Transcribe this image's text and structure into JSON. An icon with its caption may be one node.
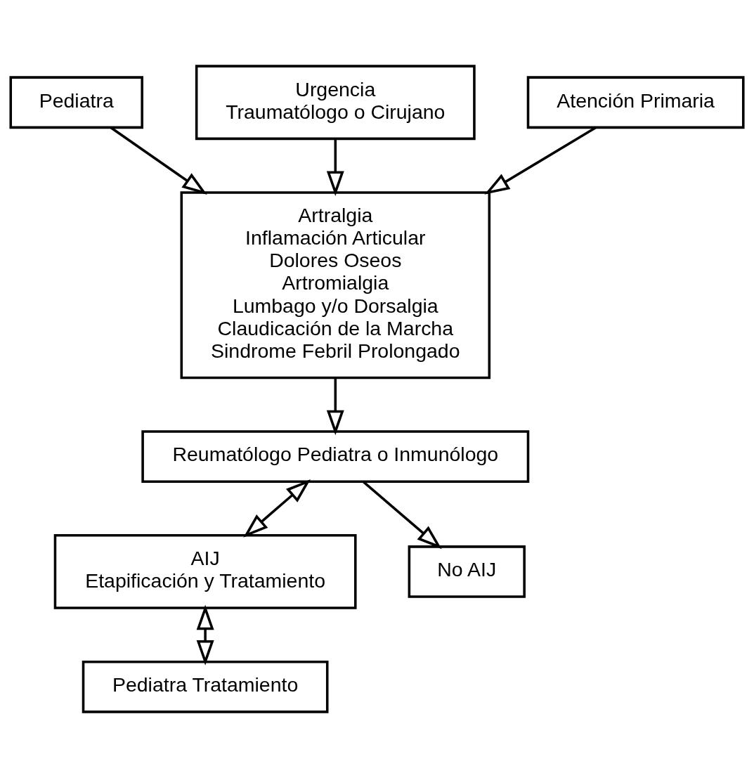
{
  "diagram": {
    "nodes": [
      {
        "text": [
          "Urgencia",
          "Traumatólogo o Cirujano"
        ]
      },
      {
        "text": [
          "Pediatra"
        ]
      },
      {
        "text": [
          "Atención Primaria"
        ]
      },
      {
        "text": [
          "Artralgia",
          "Inflamación Articular",
          "Dolores Oseos",
          "Artromialgia",
          "Lumbago y/o Dorsalgia",
          "Claudicación de la Marcha",
          "Sindrome Febril Prolongado"
        ]
      },
      {
        "text": [
          "Reumatólogo Pediatra o Inmunólogo"
        ]
      },
      {
        "text": [
          "AIJ",
          "Etapificación y Tratamiento"
        ]
      },
      {
        "text": [
          "No AIJ"
        ]
      },
      {
        "text": [
          "Pediatra Tratamiento"
        ]
      }
    ],
    "edges": [
      {
        "from": 0,
        "to": 3,
        "arrow": "to"
      },
      {
        "from": 1,
        "to": 3,
        "arrow": "to"
      },
      {
        "from": 2,
        "to": 3,
        "arrow": "to"
      },
      {
        "from": 3,
        "to": 4,
        "arrow": "to"
      },
      {
        "from": 4,
        "to": 5,
        "arrow": "both"
      },
      {
        "from": 4,
        "to": 6,
        "arrow": "to"
      },
      {
        "from": 5,
        "to": 7,
        "arrow": "both"
      }
    ]
  }
}
